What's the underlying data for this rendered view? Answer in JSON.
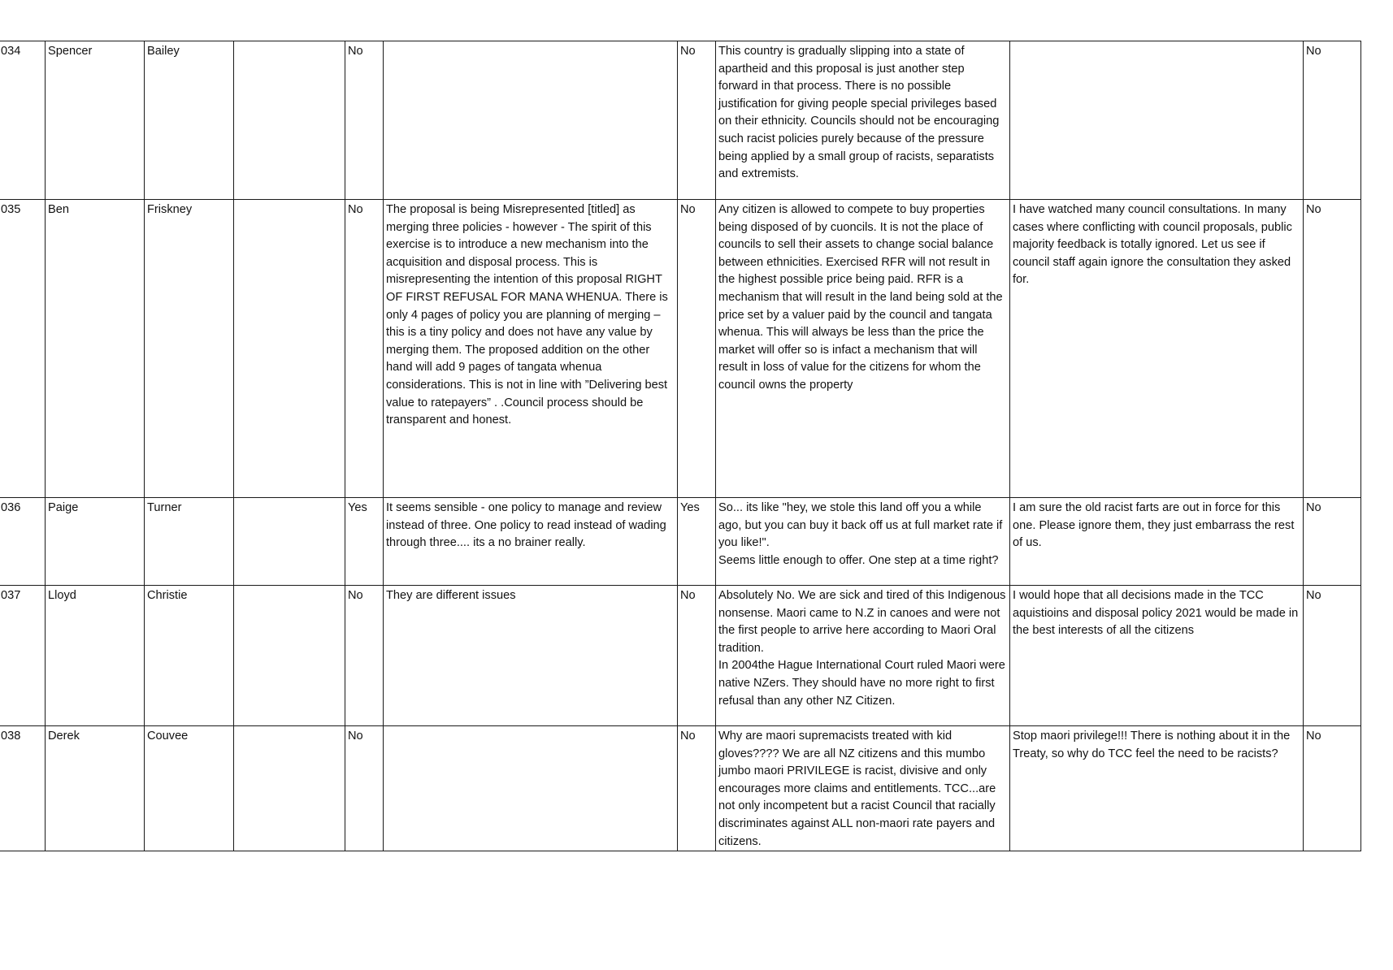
{
  "submissions": [
    {
      "id": "034",
      "first_name": "Spencer",
      "last_name": "Bailey",
      "blank": "",
      "q1_answer": "No",
      "q1_comment": "",
      "q2_answer": "No",
      "q2_comment": "This country is gradually slipping into a state of apartheid and this proposal is just another step forward in that process.  There is no possible justification for giving people special privileges based on their ethnicity.  Councils should not be encouraging such racist policies purely because of the pressure being applied by a small group of racists, separatists and extremists.",
      "other_comment": "",
      "q3_answer": "No"
    },
    {
      "id": "035",
      "first_name": "Ben",
      "last_name": "Friskney",
      "blank": "",
      "q1_answer": "No",
      "q1_comment": "The proposal is being Misrepresented [titled] as merging three policies - however - The spirit of this exercise is to introduce a new mechanism into the acquisition and disposal process.  This is misrepresenting the intention of this proposal RIGHT OF FIRST REFUSAL FOR MANA WHENUA.  There is only 4 pages of policy you are planning of merging – this is a tiny policy and does not have any value by merging them.  The proposed addition on the other hand will add 9 pages of tangata whenua considerations.  This is not in line with ”Delivering best value to ratepayers” .   .Council process should be transparent and honest.",
      "q2_answer": "No",
      "q2_comment": "Any citizen is allowed to compete to buy properties being disposed of by cuoncils.  It is not the place of councils to sell their assets to change social balance between ethnicities.   Exercised RFR will not result in the highest possible price being paid.  RFR is a mechanism that will result in the land being sold at the price set by a valuer paid by the council and tangata whenua.   This will always be less than the price the market will offer so is infact a mechanism that will result in loss of value for the citizens for whom the council owns the property",
      "other_comment": "I have watched many council consultations.  In many cases where conflicting with council proposals, public majority feedback is totally ignored.  Let us see if council staff again ignore the consultation they asked for.",
      "q3_answer": "No"
    },
    {
      "id": "036",
      "first_name": "Paige",
      "last_name": "Turner",
      "blank": "",
      "q1_answer": "Yes",
      "q1_comment": "It seems sensible - one policy to manage and review instead of three. One policy to read instead of wading through three.... its a no brainer really.",
      "q2_answer": "Yes",
      "q2_comment": "So... its like \"hey, we stole this land off you a while ago, but you can buy it back off us at full market rate if you like!\".\nSeems little enough to offer. One step at a time right?",
      "other_comment": "I am sure the old racist farts are out in force for this one. Please ignore them, they just embarrass the rest of us.",
      "q3_answer": "No"
    },
    {
      "id": "037",
      "first_name": "Lloyd",
      "last_name": "Christie",
      "blank": "",
      "q1_answer": "No",
      "q1_comment": "They are different issues",
      "q2_answer": "No",
      "q2_comment": "Absolutely No. We are sick and tired of  this Indigenous nonsense. Maori came to N.Z in canoes and were not the first people to arrive here according to Maori Oral tradition.\nIn 2004the Hague International Court ruled Maori were native NZers.  They should have no more right to first refusal than any other NZ Citizen.",
      "other_comment": "I would hope that all decisions made in the TCC aquistioins and disposal policy 2021  would be made in  the best interests of all the citizens",
      "q3_answer": "No"
    },
    {
      "id": "038",
      "first_name": "Derek",
      "last_name": "Couvee",
      "blank": "",
      "q1_answer": "No",
      "q1_comment": "",
      "q2_answer": "No",
      "q2_comment": "Why are maori supremacists treated with kid gloves???? We are all NZ citizens and this mumbo jumbo maori PRIVILEGE is racist, divisive and only encourages more claims and entitlements. TCC...are not only incompetent but a racist Council that racially discriminates against ALL non-maori rate payers and citizens.",
      "other_comment": "Stop maori privilege!!! There is nothing about it in the Treaty, so why do TCC feel the need to be racists?",
      "q3_answer": "No"
    }
  ]
}
